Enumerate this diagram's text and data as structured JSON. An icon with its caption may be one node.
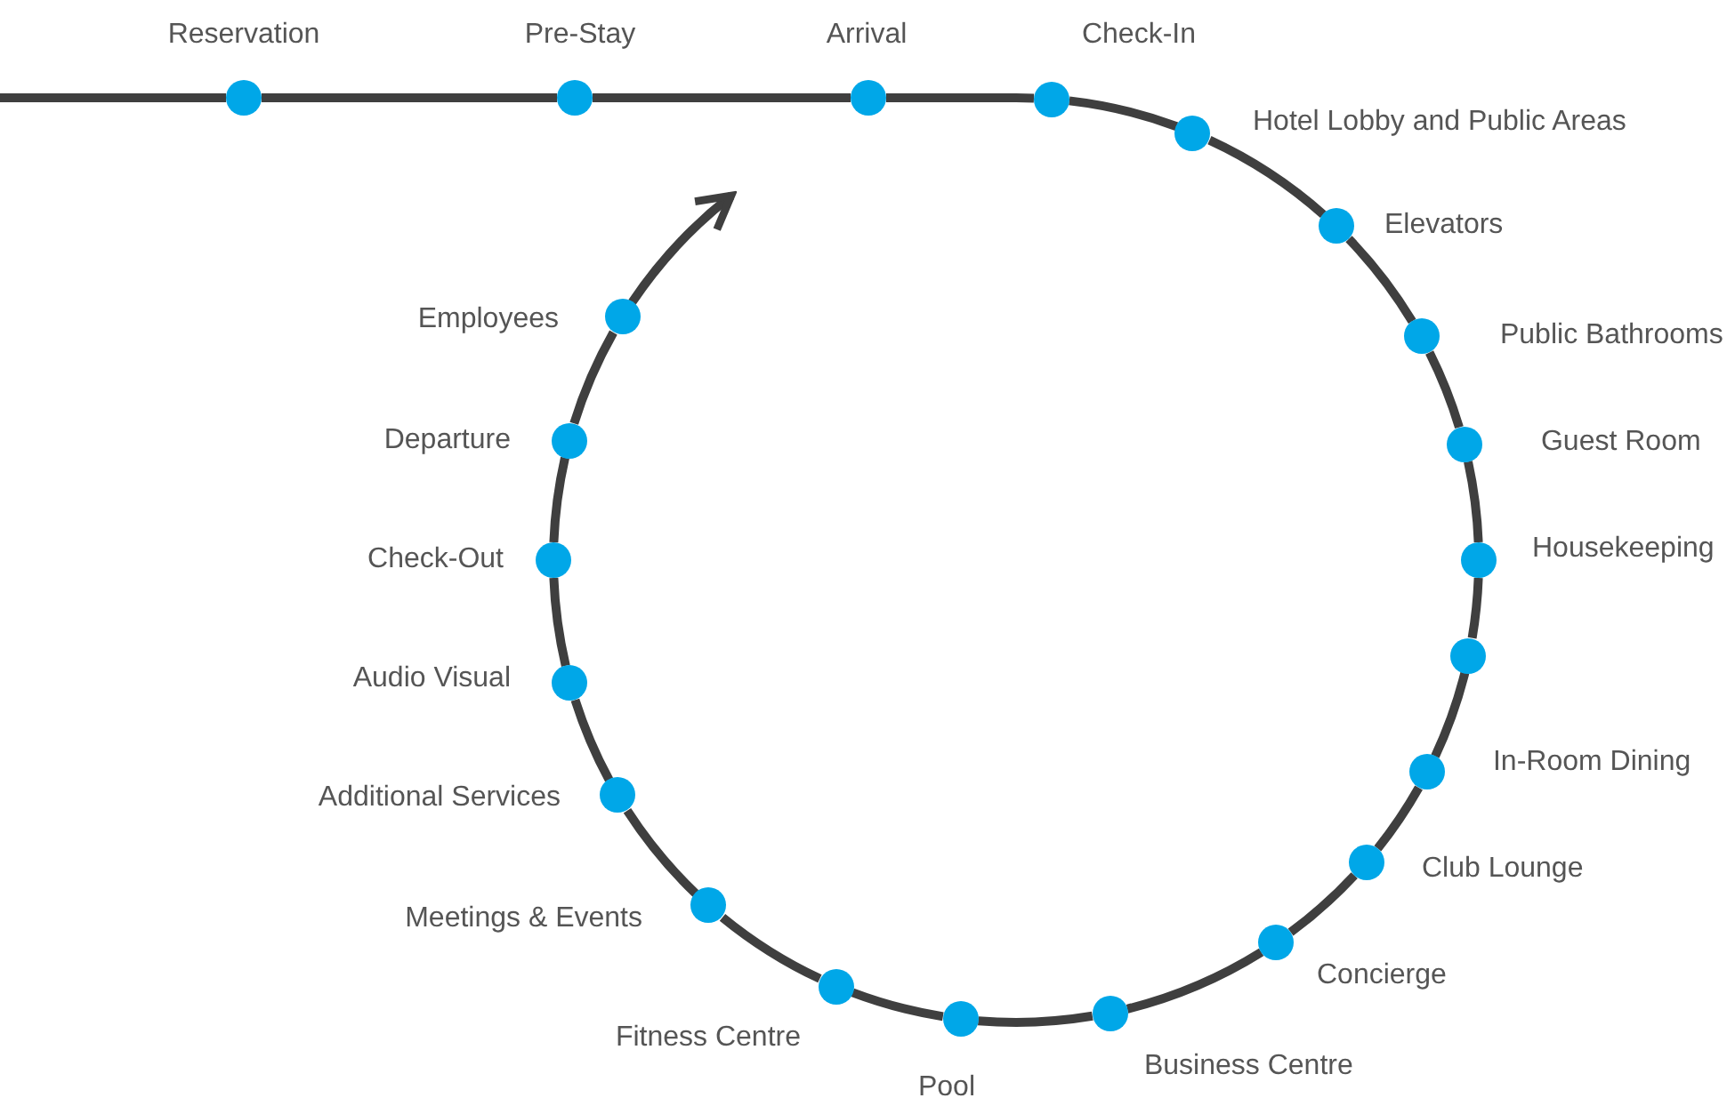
{
  "diagram": {
    "nodes": [
      {
        "text": [
          "Reservation"
        ]
      },
      {
        "text": [
          "Pre-Stay"
        ]
      },
      {
        "text": [
          "Arrival"
        ]
      },
      {
        "text": [
          "Check-In"
        ]
      },
      {
        "text": [
          "Hotel Lobby and Public Areas"
        ]
      },
      {
        "text": [
          "Elevators"
        ]
      },
      {
        "text": [
          "Public Bathrooms"
        ]
      },
      {
        "text": [
          "Guest Room"
        ]
      },
      {
        "text": [
          "Housekeeping"
        ]
      },
      {
        "text": [],
        "shape": "circle"
      },
      {
        "text": [
          "In-Room Dining"
        ]
      },
      {
        "text": [
          "Club Lounge"
        ]
      },
      {
        "text": [
          "Concierge"
        ]
      },
      {
        "text": [
          "Business Centre"
        ]
      },
      {
        "text": [
          "Pool"
        ]
      },
      {
        "text": [
          "Fitness Centre"
        ]
      },
      {
        "text": [
          "Meetings & Events"
        ]
      },
      {
        "text": [
          "Additional Services"
        ]
      },
      {
        "text": [
          "Audio Visual"
        ]
      },
      {
        "text": [
          "Check-Out"
        ]
      },
      {
        "text": [
          "Departure"
        ]
      },
      {
        "text": [
          "Employees"
        ]
      }
    ],
    "edges": [
      {
        "from": null,
        "to": 0,
        "arrow": "none"
      },
      {
        "from": 0,
        "to": 1,
        "arrow": "none"
      },
      {
        "from": 1,
        "to": 2,
        "arrow": "none"
      },
      {
        "from": 2,
        "to": 3,
        "arrow": "none"
      },
      {
        "from": 3,
        "to": 4,
        "arrow": "none"
      },
      {
        "from": 4,
        "to": 5,
        "arrow": "none"
      },
      {
        "from": 5,
        "to": 6,
        "arrow": "none"
      },
      {
        "from": 6,
        "to": 7,
        "arrow": "none"
      },
      {
        "from": 7,
        "to": 8,
        "arrow": "none"
      },
      {
        "from": 8,
        "to": 9,
        "arrow": "none"
      },
      {
        "from": 9,
        "to": 10,
        "arrow": "none"
      },
      {
        "from": 10,
        "to": 11,
        "arrow": "none"
      },
      {
        "from": 11,
        "to": 12,
        "arrow": "none"
      },
      {
        "from": 12,
        "to": 13,
        "arrow": "none"
      },
      {
        "from": 13,
        "to": 14,
        "arrow": "none"
      },
      {
        "from": 14,
        "to": 15,
        "arrow": "none"
      },
      {
        "from": 15,
        "to": 16,
        "arrow": "none"
      },
      {
        "from": 16,
        "to": 17,
        "arrow": "none"
      },
      {
        "from": 17,
        "to": 18,
        "arrow": "none"
      },
      {
        "from": 18,
        "to": 19,
        "arrow": "none"
      },
      {
        "from": 19,
        "to": 20,
        "arrow": "none"
      },
      {
        "from": 20,
        "to": 21,
        "arrow": "none"
      },
      {
        "from": 21,
        "to": null,
        "arrow": "to"
      }
    ]
  }
}
